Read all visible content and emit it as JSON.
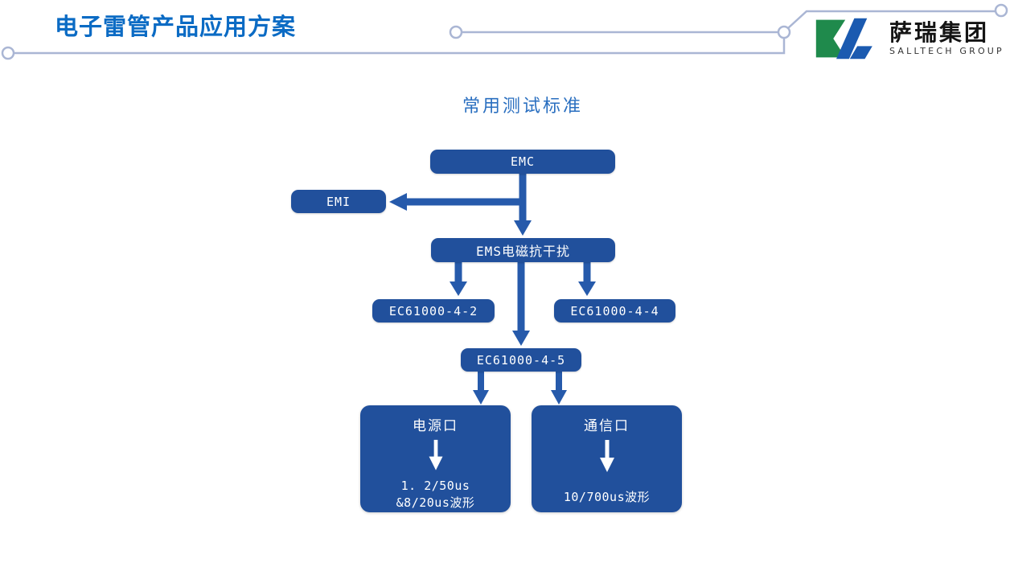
{
  "header": {
    "title": "电子雷管产品应用方案",
    "logo": {
      "name": "萨瑞集团",
      "subtitle": "SALLTECH GROUP"
    }
  },
  "diagram": {
    "title": "常用测试标准",
    "nodes": {
      "emc": "EMC",
      "emi": "EMI",
      "ems": "EMS电磁抗干扰",
      "ec61000_4_2": "EC61000-4-2",
      "ec61000_4_4": "EC61000-4-4",
      "ec61000_4_5": "EC61000-4-5",
      "power_port": {
        "label": "电源口",
        "line1": "1. 2/50us",
        "line2": "&8/20us波形"
      },
      "comm_port": {
        "label": "通信口",
        "line1": "10/700us波形"
      }
    }
  },
  "colors": {
    "box_blue": "#21509C",
    "arrow_blue": "#265AAB",
    "title_blue": "#0B6BC4",
    "subtitle_blue": "#2A6FC0",
    "logo_green": "#1F8A4C",
    "logo_blue": "#1B5AB0",
    "line_gray": "#AAB6D4"
  }
}
